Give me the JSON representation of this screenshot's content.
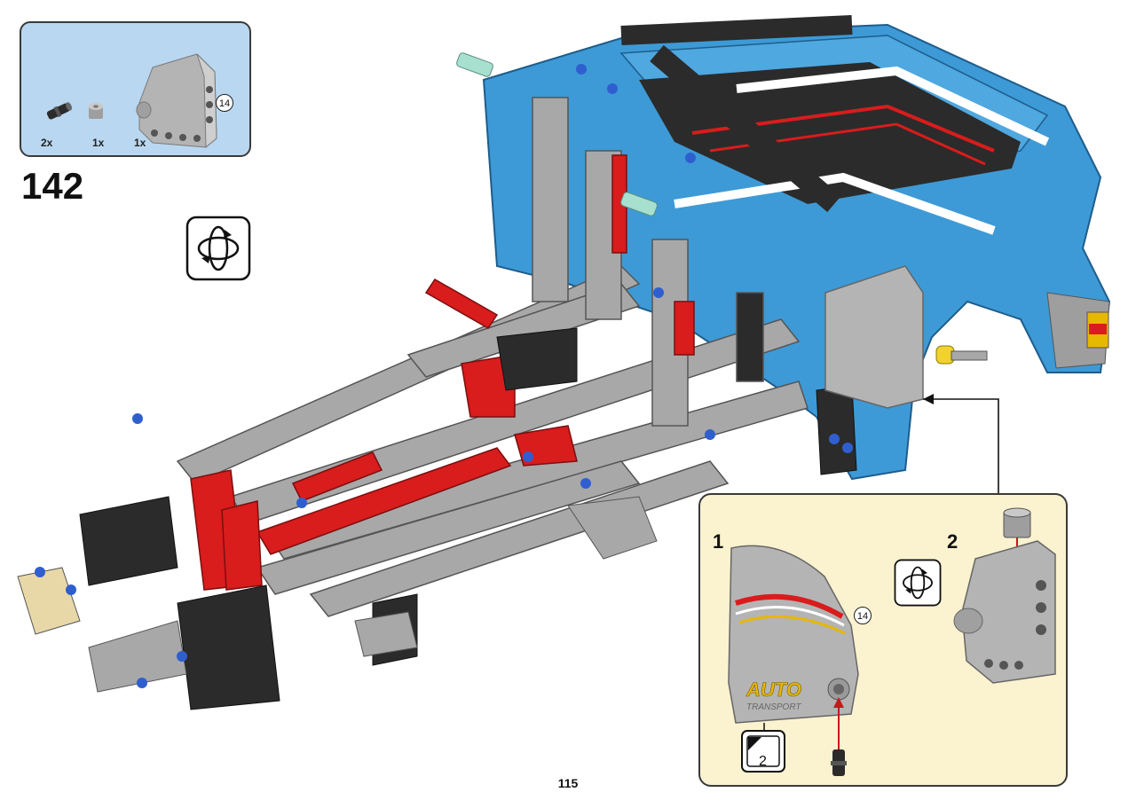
{
  "step": {
    "number": "142"
  },
  "parts_list": [
    {
      "name": "black-pin",
      "qty": "2x"
    },
    {
      "name": "grey-bush",
      "qty": "1x"
    },
    {
      "name": "grey-panel",
      "qty": "1x"
    }
  ],
  "callouts": {
    "parts_panel_ref": "14",
    "substep_panel_ref": "14"
  },
  "substeps": [
    {
      "label": "1"
    },
    {
      "label": "2"
    }
  ],
  "sticker": {
    "label": "2"
  },
  "decal": {
    "line1": "AUTO",
    "line2": "TRANSPORT"
  },
  "page": {
    "number": "115"
  },
  "colors": {
    "parts_box_bg": "#b9d7f0",
    "substep_box_bg": "#fbf2cf",
    "technic_blue": "#3d9ad6",
    "technic_grey": "#a8a8a8",
    "technic_red": "#d91c1c",
    "technic_dark": "#2b2b2b"
  },
  "icons": [
    "rotate-model-icon",
    "sticker-sheet-icon",
    "arrow-icon"
  ]
}
